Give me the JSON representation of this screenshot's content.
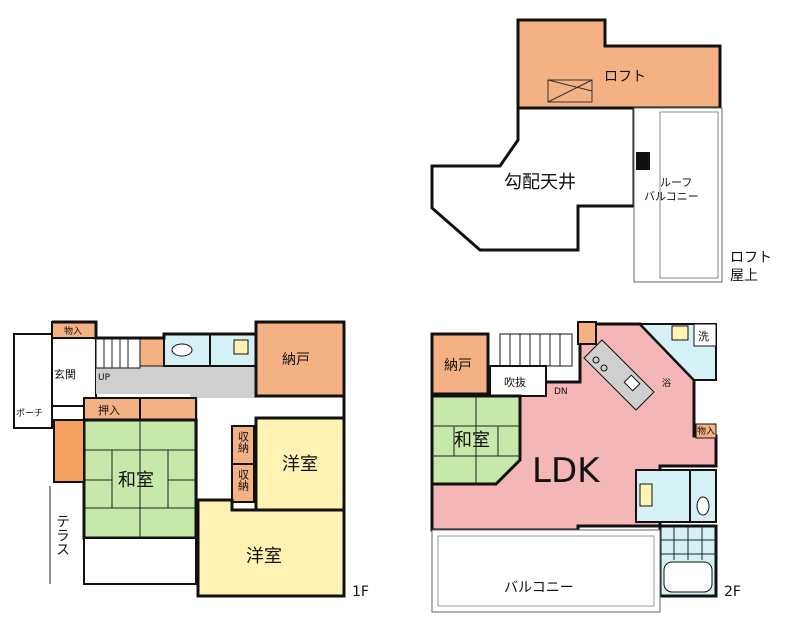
{
  "loft": {
    "loft": "ロフト",
    "sloped_ceiling": "勾配天井",
    "roof_balcony_1": "ルーフ",
    "roof_balcony_2": "バルコニー",
    "loft_roof_1": "ロフト",
    "loft_roof_2": "屋上"
  },
  "floor1": {
    "floor_label": "1F",
    "storage_top": "物入",
    "entrance": "玄関",
    "up": "UP",
    "porch": "ポーチ",
    "terrace": "テラス",
    "oshiire": "押入",
    "washitsu": "和室",
    "nando": "納戸",
    "shuno_1": "収納",
    "shuno_2": "収納",
    "yoshitsu_1": "洋室",
    "yoshitsu_2": "洋室"
  },
  "floor2": {
    "floor_label": "2F",
    "nando": "納戸",
    "fukinuke": "吹抜",
    "dn": "DN",
    "washitsu": "和室",
    "ldk": "LDK",
    "bath": "浴",
    "laundry": "洗",
    "storage": "物入",
    "balcony": "バルコニー"
  },
  "colors": {
    "orange": "#f4b183",
    "pink": "#f4b6b6",
    "green": "#c6e8a8",
    "yellow": "#fff2b3",
    "cyan": "#d6f1f6",
    "gray": "#cfcfcf",
    "wall": "#111111"
  }
}
